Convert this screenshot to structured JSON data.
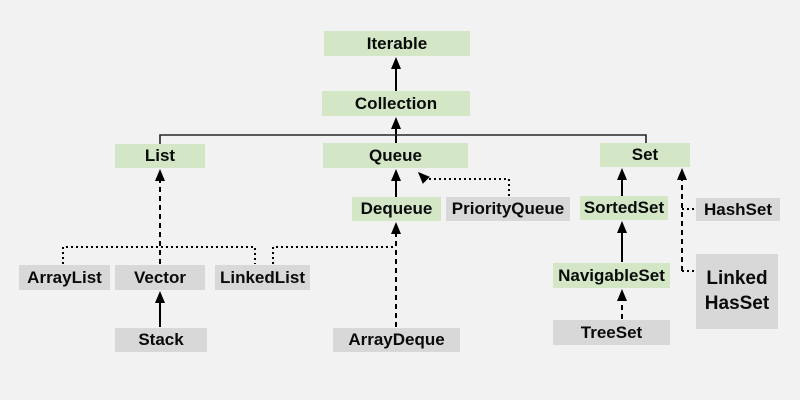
{
  "diagram": {
    "description": "Java collections hierarchy diagram",
    "colors": {
      "background": "#f2f2f2",
      "interface_bg": "#d3e7c6",
      "class_bg": "#d8d8d8",
      "line": "#000000",
      "connector": "#262626"
    },
    "nodes": {
      "iterable": {
        "label": "Iterable",
        "kind": "interface"
      },
      "collection": {
        "label": "Collection",
        "kind": "interface"
      },
      "list": {
        "label": "List",
        "kind": "interface"
      },
      "queue": {
        "label": "Queue",
        "kind": "interface"
      },
      "set": {
        "label": "Set",
        "kind": "interface"
      },
      "dequeue": {
        "label": "Dequeue",
        "kind": "interface"
      },
      "priority_queue": {
        "label": "PriorityQueue",
        "kind": "class"
      },
      "sorted_set": {
        "label": "SortedSet",
        "kind": "interface"
      },
      "hash_set": {
        "label": "HashSet",
        "kind": "class"
      },
      "array_list": {
        "label": "ArrayList",
        "kind": "class"
      },
      "vector": {
        "label": "Vector",
        "kind": "class"
      },
      "linked_list": {
        "label": "LinkedList",
        "kind": "class"
      },
      "navigable_set": {
        "label": "NavigableSet",
        "kind": "interface"
      },
      "linked_has_set": {
        "label": "Linked HasSet",
        "line1": "Linked",
        "line2": "HasSet",
        "kind": "class"
      },
      "stack": {
        "label": "Stack",
        "kind": "class"
      },
      "array_deque": {
        "label": "ArrayDeque",
        "kind": "class"
      },
      "tree_set": {
        "label": "TreeSet",
        "kind": "class"
      }
    },
    "edges": [
      {
        "from": "Collection",
        "to": "Iterable",
        "style": "solid-arrow"
      },
      {
        "from": "List",
        "to": "Collection",
        "style": "solid-line"
      },
      {
        "from": "Queue",
        "to": "Collection",
        "style": "solid-arrow"
      },
      {
        "from": "Set",
        "to": "Collection",
        "style": "solid-line"
      },
      {
        "from": "Dequeue",
        "to": "Queue",
        "style": "solid-arrow"
      },
      {
        "from": "PriorityQueue",
        "to": "Queue",
        "style": "dotted-arrow"
      },
      {
        "from": "Vector",
        "to": "List",
        "style": "dashed-arrow"
      },
      {
        "from": "ArrayList",
        "to": "List",
        "style": "dotted-line"
      },
      {
        "from": "LinkedList",
        "to": "List",
        "style": "dotted-line"
      },
      {
        "from": "LinkedList",
        "to": "Dequeue",
        "style": "dotted-line"
      },
      {
        "from": "ArrayDeque",
        "to": "Dequeue",
        "style": "dashed-arrow"
      },
      {
        "from": "Stack",
        "to": "Vector",
        "style": "solid-arrow"
      },
      {
        "from": "SortedSet",
        "to": "Set",
        "style": "solid-arrow"
      },
      {
        "from": "NavigableSet",
        "to": "SortedSet",
        "style": "solid-arrow"
      },
      {
        "from": "TreeSet",
        "to": "NavigableSet",
        "style": "dashed-arrow"
      },
      {
        "from": "HashSet",
        "to": "Set",
        "style": "dashed-arrow"
      },
      {
        "from": "Linked HasSet",
        "to": "Set",
        "style": "dashed-arrow"
      }
    ]
  }
}
